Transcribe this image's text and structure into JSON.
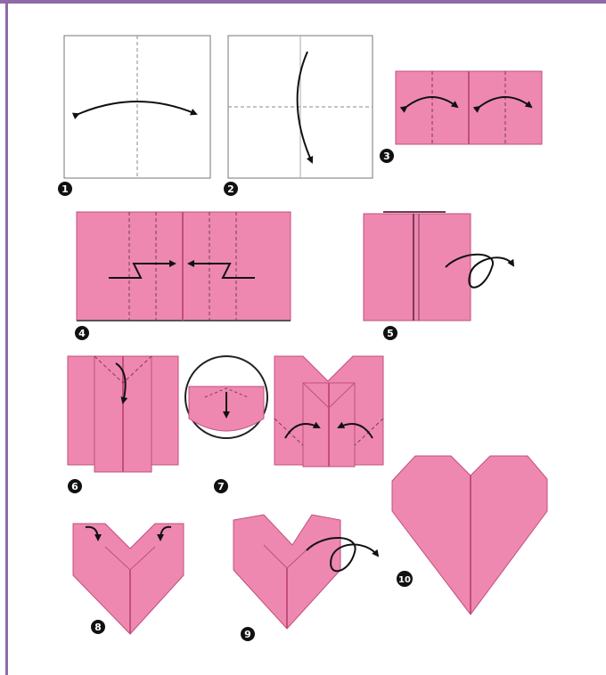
{
  "diagram": {
    "title": "",
    "paper_color": "#ee88b0",
    "paper_line_color": "#c24f7e",
    "frame_color": "#8e6aa8",
    "steps": [
      {
        "label": "1"
      },
      {
        "label": "2"
      },
      {
        "label": "3"
      },
      {
        "label": "4"
      },
      {
        "label": "5"
      },
      {
        "label": "6"
      },
      {
        "label": "7"
      },
      {
        "label": "8"
      },
      {
        "label": "9"
      },
      {
        "label": "10"
      }
    ]
  }
}
